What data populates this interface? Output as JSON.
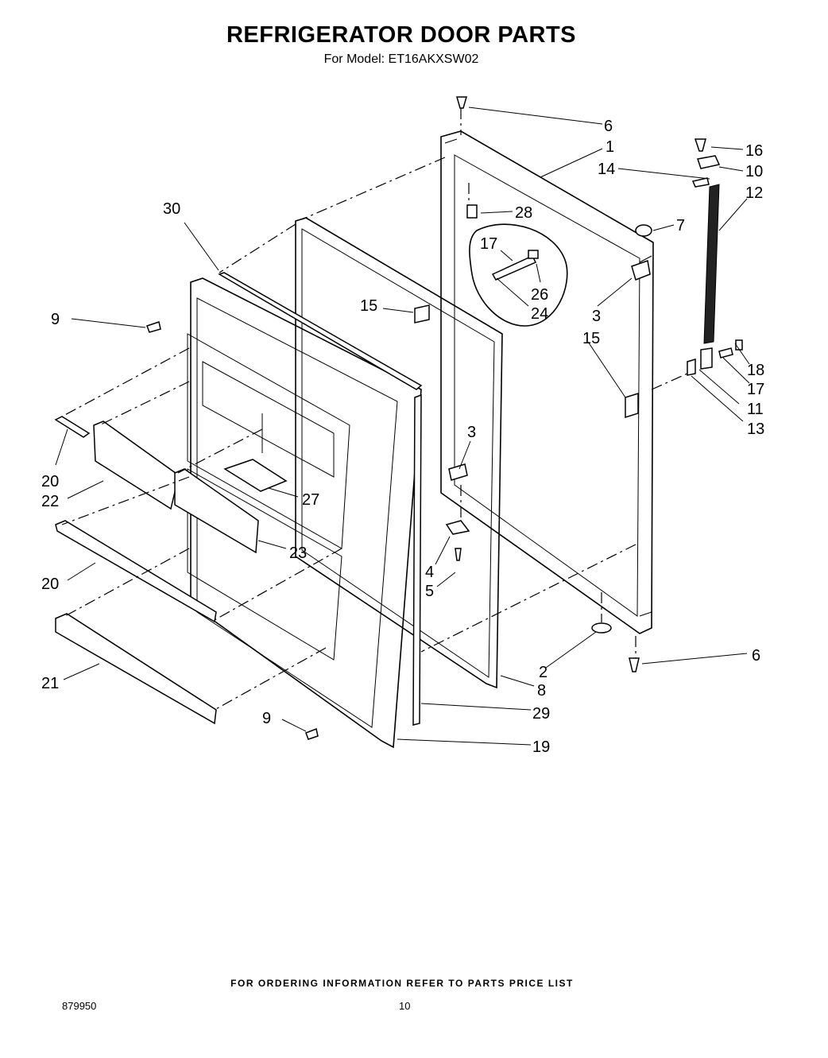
{
  "header": {
    "title": "REFRIGERATOR DOOR PARTS",
    "subtitle": "For Model: ET16AKXSW02"
  },
  "footer": {
    "ordering_note": "FOR ORDERING INFORMATION REFER TO PARTS PRICE LIST",
    "doc_number": "879950",
    "page_number": "10"
  },
  "callouts": {
    "c1": "1",
    "c2": "2",
    "c3a": "3",
    "c3b": "3",
    "c4": "4",
    "c5": "5",
    "c6a": "6",
    "c6b": "6",
    "c7": "7",
    "c8": "8",
    "c9a": "9",
    "c9b": "9",
    "c10": "10",
    "c11": "11",
    "c12": "12",
    "c13": "13",
    "c14": "14",
    "c15a": "15",
    "c15b": "15",
    "c16": "16",
    "c17a": "17",
    "c17b": "17",
    "c18": "18",
    "c19": "19",
    "c20a": "20",
    "c20b": "20",
    "c21": "21",
    "c22": "22",
    "c23": "23",
    "c24": "24",
    "c26": "26",
    "c27": "27",
    "c28": "28",
    "c29": "29",
    "c30": "30"
  }
}
